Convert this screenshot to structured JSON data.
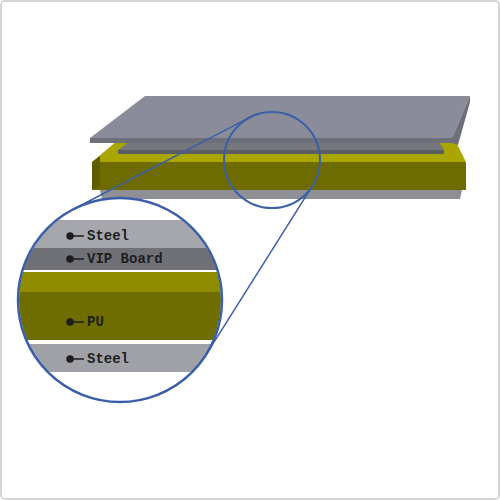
{
  "diagram": {
    "labels": [
      "Steel",
      "VIP Board",
      "PU",
      "Steel"
    ]
  }
}
